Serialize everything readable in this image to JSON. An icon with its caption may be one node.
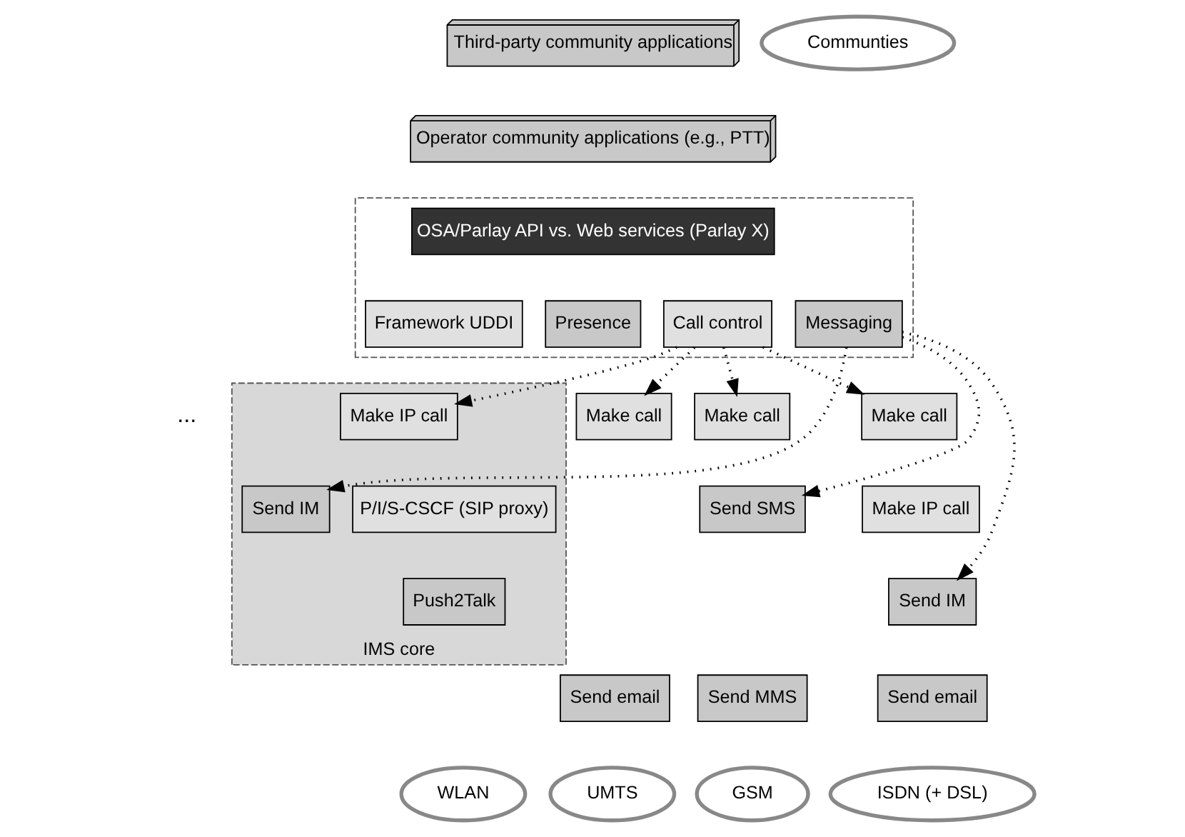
{
  "diagram": {
    "nodes": [
      {
        "text": [
          "Third-party community applications"
        ]
      },
      {
        "text": [
          "Communties"
        ]
      },
      {
        "text": [
          "Operator community applications (e.g., PTT)"
        ]
      },
      {
        "text": [],
        "shape": "box"
      },
      {
        "text": [
          "OSA/Parlay API vs. Web services (Parlay X)"
        ],
        "in": 3
      },
      {
        "text": [
          "Framework UDDI"
        ],
        "in": 3
      },
      {
        "text": [
          "Presence"
        ],
        "in": 3
      },
      {
        "text": [
          "Call control"
        ],
        "in": 3
      },
      {
        "text": [
          "Messaging"
        ],
        "in": 3
      },
      {
        "text": [
          "IMS core"
        ]
      },
      {
        "text": [
          "P/I/S-CSCF (SIP proxy)"
        ],
        "in": 9
      },
      {
        "text": [
          "Make IP call"
        ],
        "in": 9
      },
      {
        "text": [
          "Send IM"
        ],
        "in": 9
      },
      {
        "text": [
          "Push2Talk"
        ],
        "in": 9
      },
      {
        "text": [
          "WLAN"
        ]
      },
      {
        "text": [
          "Make call"
        ]
      },
      {
        "text": [
          "Send email"
        ]
      },
      {
        "text": [
          "UMTS"
        ]
      },
      {
        "text": [
          "Make call"
        ]
      },
      {
        "text": [
          "Send SMS"
        ]
      },
      {
        "text": [
          "Send MMS"
        ]
      },
      {
        "text": [
          "GSM"
        ]
      },
      {
        "text": [
          "Make call"
        ]
      },
      {
        "text": [
          "Make IP call"
        ]
      },
      {
        "text": [
          "Send IM"
        ]
      },
      {
        "text": [
          "Send email"
        ]
      },
      {
        "text": [
          "ISDN (+ DSL)"
        ]
      }
    ],
    "edges": [
      {
        "from": 7,
        "to": 11,
        "arrow": "to",
        "style": "dashed"
      },
      {
        "from": 7,
        "to": 15,
        "arrow": "to",
        "style": "dashed"
      },
      {
        "from": 7,
        "to": 18,
        "arrow": "to",
        "style": "dashed"
      },
      {
        "from": 7,
        "to": 22,
        "arrow": "to",
        "style": "dashed"
      },
      {
        "from": 8,
        "to": 12,
        "arrow": "to",
        "style": "dashed"
      },
      {
        "from": 8,
        "to": 19,
        "arrow": "to",
        "style": "dashed"
      },
      {
        "from": 8,
        "to": 24,
        "arrow": "to",
        "style": "dashed"
      }
    ],
    "labels": [
      "..."
    ]
  }
}
